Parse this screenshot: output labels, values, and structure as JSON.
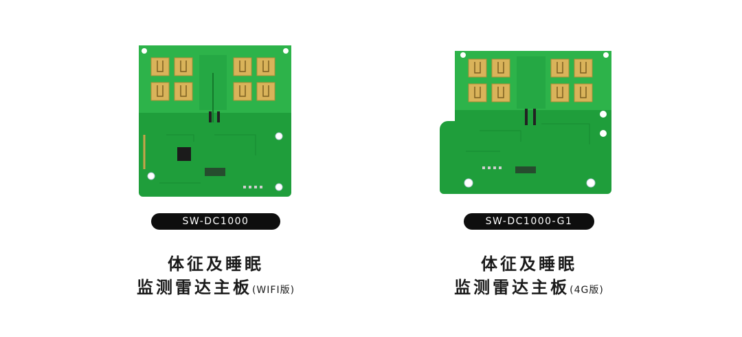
{
  "products": [
    {
      "model": "SW-DC1000",
      "title_line1": "体征及睡眠",
      "title_line2": "监测雷达主板",
      "title_suffix": "(WIFI版)"
    },
    {
      "model": "SW-DC1000-G1",
      "title_line1": "体征及睡眠",
      "title_line2": "监测雷达主板",
      "title_suffix": "(4G版)"
    }
  ],
  "colors": {
    "pcb_green": "#1fa03c",
    "pcb_green_light": "#2db34a",
    "antenna_gold": "#d9b35a",
    "pill_bg": "#0e0e0e",
    "text": "#1a1a1a"
  }
}
